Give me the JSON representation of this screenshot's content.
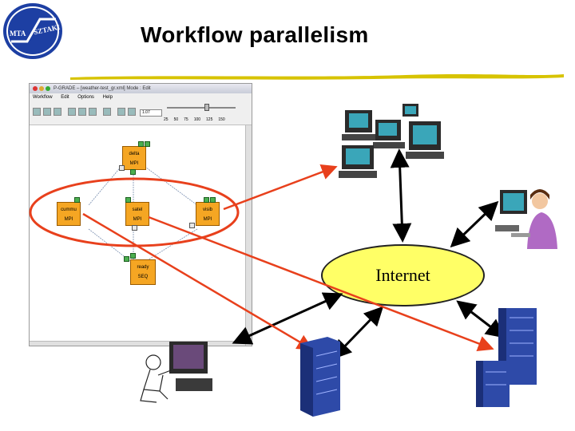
{
  "logo": {
    "left_text": "MTA",
    "right_text": "SZTAKI"
  },
  "title": "Workflow parallelism",
  "window": {
    "title": "P-GRADE – [weather-test_gr.xml] Mode : Edit",
    "menus": [
      "Workflow",
      "Edit",
      "Options",
      "Help"
    ],
    "zoom_value": "1.07",
    "zoom_ticks": [
      "25",
      "50",
      "75",
      "100",
      "125",
      "150"
    ],
    "nodes": {
      "delta": {
        "name": "delta",
        "type": "MPI"
      },
      "cummu": {
        "name": "cummu",
        "type": "MPI"
      },
      "satel": {
        "name": "satel",
        "type": "MPI"
      },
      "visib": {
        "name": "visib",
        "type": "MPI"
      },
      "ready": {
        "name": "ready",
        "type": "SEQ"
      }
    }
  },
  "internet_label": "Internet",
  "colors": {
    "accent_red": "#e8401c",
    "node_orange": "#f5a623",
    "internet_yellow": "#ffff66",
    "logo_blue": "#1d3fa3"
  },
  "icons": [
    "workstation-icon",
    "user-at-pc-icon",
    "server-rack-icon",
    "cluster-icon",
    "person-sketch-icon"
  ]
}
